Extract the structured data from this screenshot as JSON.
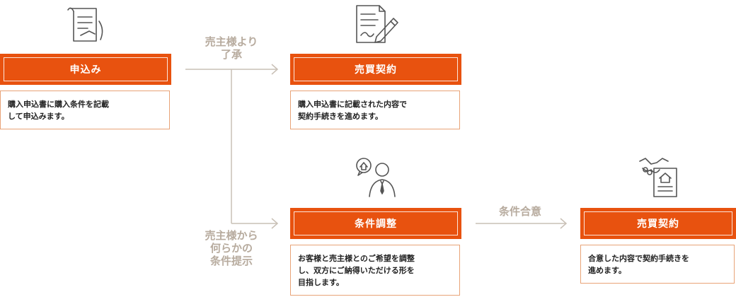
{
  "steps": [
    {
      "title": "申込み",
      "desc": [
        "購入申込書に購入条件を記載",
        "して申込みます。"
      ]
    },
    {
      "title": "売買契約",
      "desc": [
        "購入申込書に記載された内容で",
        "契約手続きを進めます。"
      ]
    },
    {
      "title": "条件調整",
      "desc": [
        "お客様と売主様とのご希望を調整",
        "し、双方にご納得いただける形を",
        "目指します。"
      ]
    },
    {
      "title": "売買契約",
      "desc": [
        "合意した内容で契約手続きを",
        "進めます。"
      ]
    }
  ],
  "connectors": {
    "top": [
      "売主様より",
      "了承"
    ],
    "bottom": [
      "売主様から",
      "何らかの",
      "条件提示"
    ],
    "right": [
      "条件合意"
    ]
  },
  "icons": [
    "application-document-icon",
    "contract-signing-icon",
    "consultation-person-icon",
    "handshake-contract-icon"
  ],
  "colors": {
    "accent": "#e8520f",
    "connector": "#b7ab9e",
    "border": "#e8a377"
  }
}
